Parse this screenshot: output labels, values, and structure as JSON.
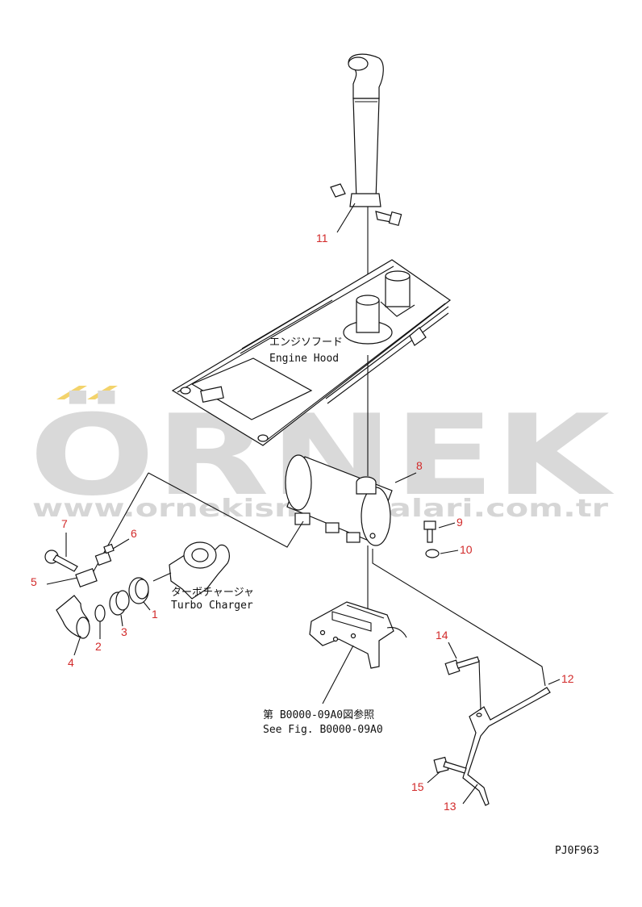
{
  "watermark": {
    "brand": "ÖRNEK",
    "site": "www.ornekismakinalari.com.tr",
    "accent": "#f3d36b"
  },
  "annotations": {
    "engine_hood_jp": "エンジソフード",
    "engine_hood_en": "Engine Hood",
    "turbo_jp": "ターボチャージャ",
    "turbo_en": "Turbo Charger",
    "see_fig_jp": "第 B0000-09A0図参照",
    "see_fig_en": "See Fig. B0000-09A0"
  },
  "part_labels": {
    "p1": "1",
    "p2": "2",
    "p3": "3",
    "p4": "4",
    "p5": "5",
    "p6": "6",
    "p7": "7",
    "p8": "8",
    "p9": "9",
    "p10": "10",
    "p11": "11",
    "p12": "12",
    "p13": "13",
    "p14": "14",
    "p15": "15"
  },
  "drawing_code": "PJ0F963",
  "colors": {
    "label": "#d22a2a",
    "line": "#111111"
  }
}
